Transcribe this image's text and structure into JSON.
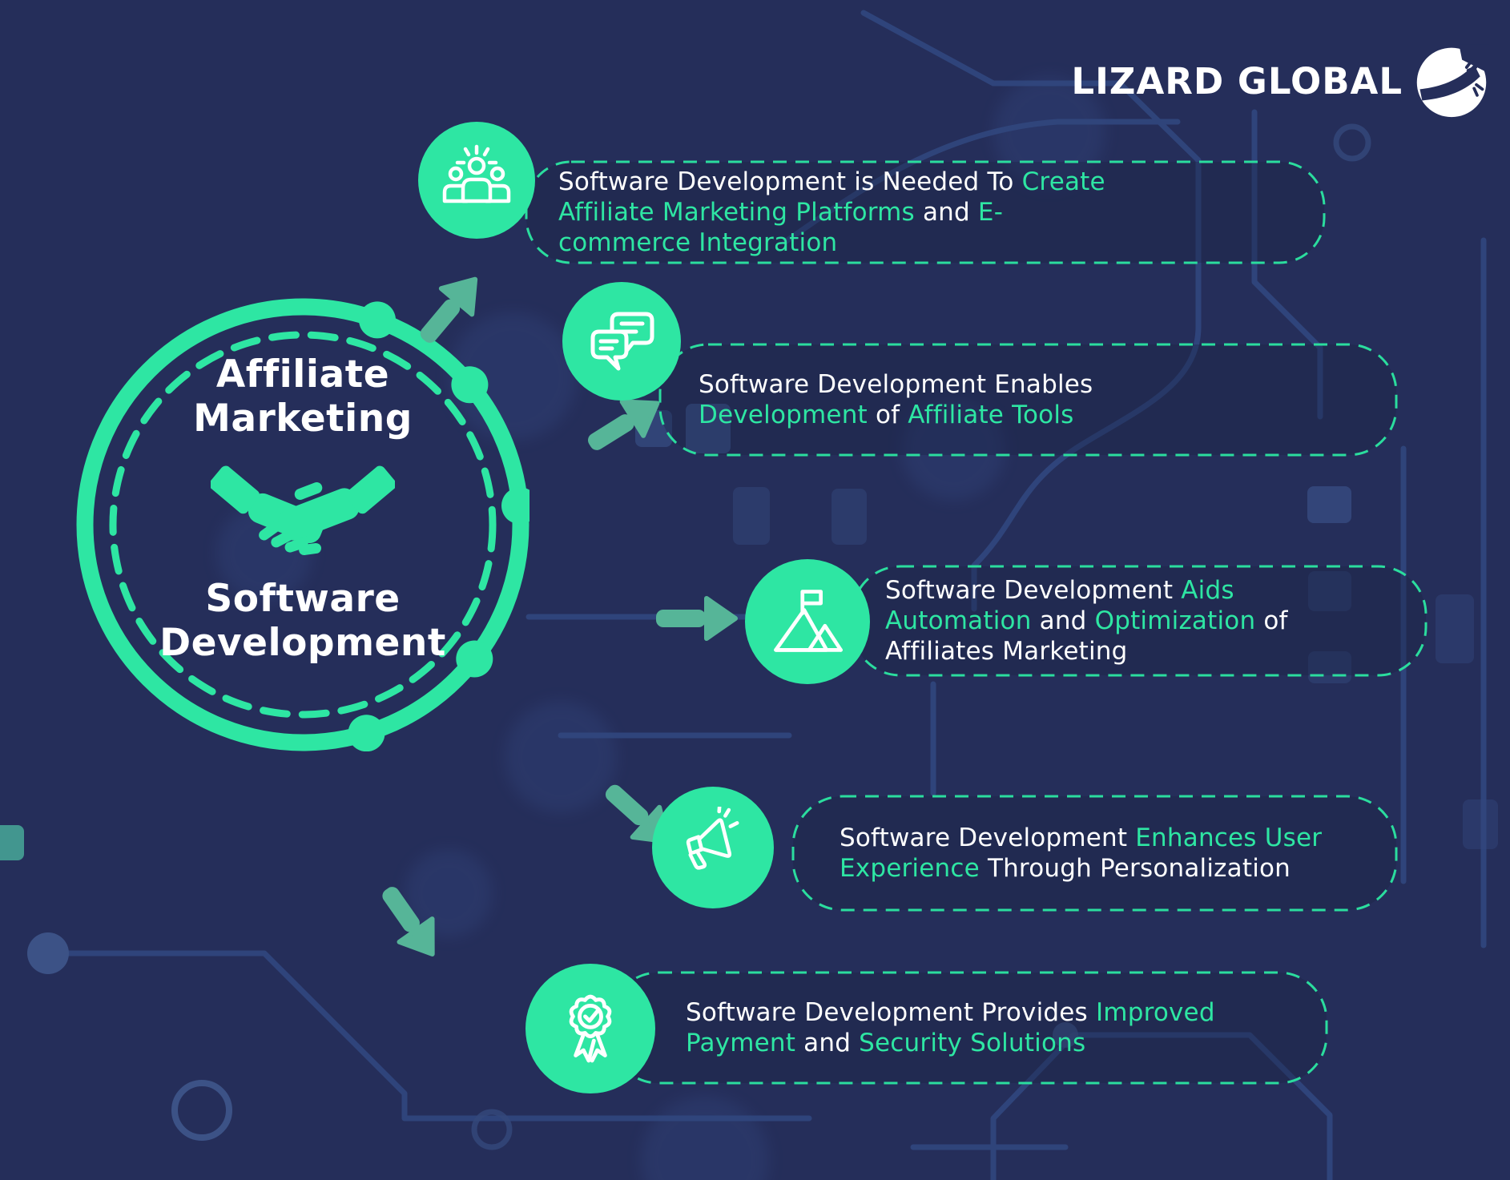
{
  "brand": {
    "name": "LIZARD GLOBAL",
    "mark": "lizard-circle-icon"
  },
  "colors": {
    "background": "#252e5a",
    "accent_green": "#2ee6a3",
    "arrow_teal": "#56b598",
    "text_white": "#ffffff",
    "circuit_blue": "#31477e"
  },
  "center": {
    "icon": "handshake-icon",
    "top_line1": "Affiliate",
    "top_line2": "Marketing",
    "bottom_line1": "Software",
    "bottom_line2": "Development"
  },
  "callouts": [
    {
      "icon": "team-icon",
      "lines": [
        [
          {
            "t": "Software Development is Needed To ",
            "hl": false
          },
          {
            "t": "Create",
            "hl": true
          }
        ],
        [
          {
            "t": "Affiliate Marketing Platforms",
            "hl": true
          },
          {
            "t": " and ",
            "hl": false
          },
          {
            "t": "E-",
            "hl": true
          }
        ],
        [
          {
            "t": "commerce Integration",
            "hl": true
          }
        ]
      ]
    },
    {
      "icon": "chat-bubbles-icon",
      "lines": [
        [
          {
            "t": "Software Development Enables",
            "hl": false
          }
        ],
        [
          {
            "t": "Development",
            "hl": true
          },
          {
            "t": " of ",
            "hl": false
          },
          {
            "t": "Affiliate Tools",
            "hl": true
          }
        ]
      ]
    },
    {
      "icon": "mountain-flag-icon",
      "lines": [
        [
          {
            "t": "Software Development ",
            "hl": false
          },
          {
            "t": "Aids",
            "hl": true
          }
        ],
        [
          {
            "t": "Automation",
            "hl": true
          },
          {
            "t": " and ",
            "hl": false
          },
          {
            "t": "Optimization",
            "hl": true
          },
          {
            "t": " of",
            "hl": false
          }
        ],
        [
          {
            "t": "Affiliates Marketing",
            "hl": false
          }
        ]
      ]
    },
    {
      "icon": "megaphone-icon",
      "lines": [
        [
          {
            "t": "Software Development ",
            "hl": false
          },
          {
            "t": "Enhances User",
            "hl": true
          }
        ],
        [
          {
            "t": "Experience",
            "hl": true
          },
          {
            "t": " Through Personalization",
            "hl": false
          }
        ]
      ]
    },
    {
      "icon": "award-badge-icon",
      "lines": [
        [
          {
            "t": "Software Development Provides ",
            "hl": false
          },
          {
            "t": "Improved",
            "hl": true
          }
        ],
        [
          {
            "t": "Payment",
            "hl": true
          },
          {
            "t": " and ",
            "hl": false
          },
          {
            "t": "Security Solutions",
            "hl": true
          }
        ]
      ]
    }
  ]
}
